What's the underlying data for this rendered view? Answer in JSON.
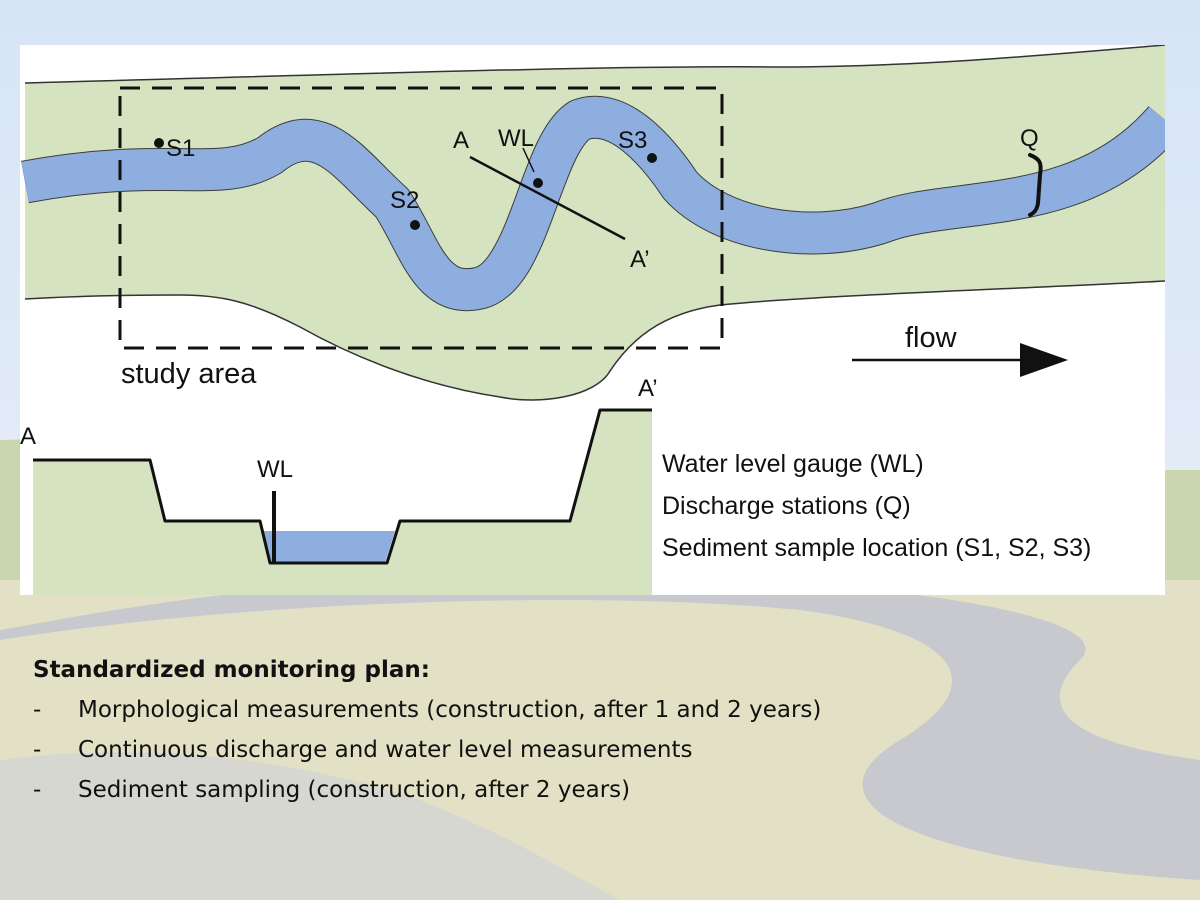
{
  "map": {
    "label_S1": "S1",
    "label_S2": "S2",
    "label_S3": "S3",
    "label_A": "A",
    "label_A_prime": "A’",
    "label_WL": "WL",
    "label_Q": "Q",
    "study_area_label": "study area",
    "flow_label": "flow"
  },
  "cross_section": {
    "label_A": "A",
    "label_A_prime": "A’",
    "label_WL": "WL"
  },
  "legend": {
    "items": [
      "Water level gauge (WL)",
      "Discharge stations (Q)",
      "Sediment sample location (S1, S2, S3)"
    ]
  },
  "plan": {
    "title": "Standardized monitoring plan:",
    "bullet": "-",
    "items": [
      "Morphological measurements (construction, after 1 and 2 years)",
      "Continuous discharge and water level measurements",
      "Sediment sampling (construction, after 2 years)"
    ]
  },
  "colors": {
    "floodplain": "#d5e3c0",
    "river": "#8eaee0",
    "sky": "#dfe9f5",
    "field": "#e3e1c5",
    "road": "#c3c3cb",
    "ink": "#111111"
  }
}
